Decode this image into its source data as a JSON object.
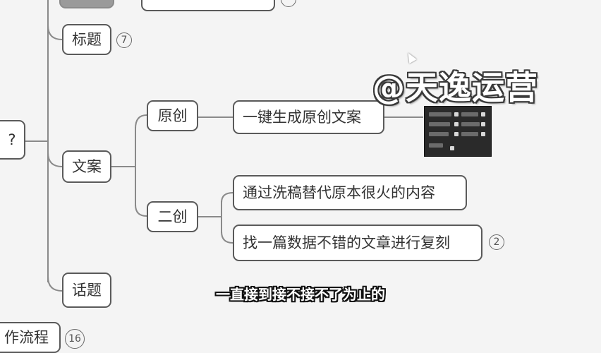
{
  "mindmap": {
    "root_partial": "?",
    "title_node": {
      "label": "标题",
      "badge": "7"
    },
    "copy_node": {
      "label": "文案"
    },
    "original_node": {
      "label": "原创"
    },
    "one_click_node": {
      "label": "一键生成原创文案"
    },
    "derivative_node": {
      "label": "二创"
    },
    "rewrite_node": {
      "label": "通过洗稿替代原本很火的内容"
    },
    "copy_article_node": {
      "label": "找一篇数据不错的文章进行复刻",
      "badge": "2"
    },
    "topic_node": {
      "label": "话题"
    },
    "bottom_partial_node": {
      "label": "作流程",
      "badge": "16"
    }
  },
  "watermark": "@天逸运营",
  "subtitle": "一直接到接不接不了为止的",
  "colors": {
    "background": "#f4f4f4",
    "node_border": "#5a5a5a",
    "line": "#8a8a8a"
  }
}
